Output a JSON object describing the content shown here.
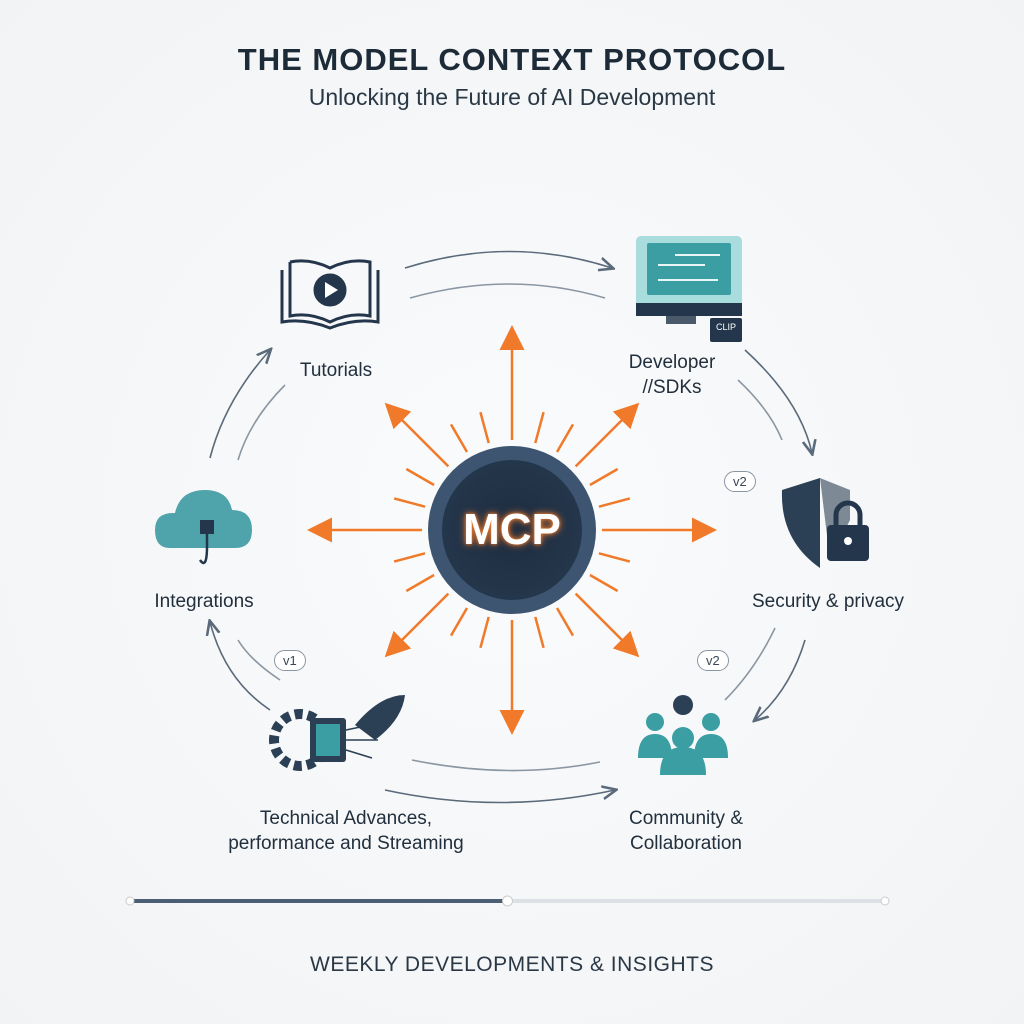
{
  "header": {
    "title": "THE MODEL CONTEXT PROTOCOL",
    "subtitle": "Unlocking the Future of AI Development"
  },
  "center": {
    "label": "MCP"
  },
  "nodes": {
    "tutorials": "Tutorials",
    "developer_line1": "Developer",
    "developer_line2": "//SDKs",
    "developer_badge": "CLIP",
    "security": "Security & privacy",
    "community_line1": "Community &",
    "community_line2": "Collaboration",
    "technical_line1": "Technical Advances,",
    "technical_line2": "performance and Streaming",
    "integrations": "Integrations"
  },
  "badges": {
    "security_version": "v2",
    "community_version": "v2",
    "integrations_version": "v1"
  },
  "progress": {
    "percent": 50
  },
  "footer": {
    "text": "WEEKLY DEVELOPMENTS & INSIGHTS"
  },
  "colors": {
    "accent": "#f07a2a",
    "navy": "#2b3f55",
    "teal": "#3a9ea2"
  }
}
